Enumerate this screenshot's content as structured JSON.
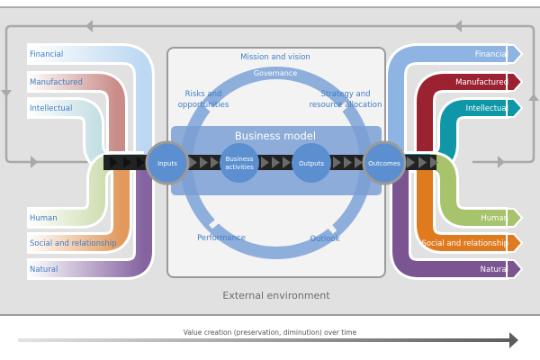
{
  "diagram": {
    "colors": {
      "background": "#e1e1e1",
      "inner_panel": "#f3f3f3",
      "node_blue": "#5b8fd0",
      "ring_blue": "#8eaedc",
      "business_model_band": "#7b9fd4",
      "loop_gray": "#a9a9a9",
      "chevron_dark": "#222222",
      "label_blue": "#3f7cc4",
      "financial": "#8db4e2",
      "manufactured": "#9b2230",
      "intellectual": "#0f97a7",
      "human": "#a7c36b",
      "social_relationship": "#e07a1f",
      "natural": "#7a5592"
    },
    "left_capitals": [
      {
        "label": "Financial"
      },
      {
        "label": "Manufactured"
      },
      {
        "label": "Intellectual"
      },
      {
        "label": "Human"
      },
      {
        "label": "Social and relationship"
      },
      {
        "label": "Natural"
      }
    ],
    "right_capitals": [
      {
        "label": "Financial"
      },
      {
        "label": "Manufactured"
      },
      {
        "label": "Intellectual"
      },
      {
        "label": "Human"
      },
      {
        "label": "Social and relationship"
      },
      {
        "label": "Natural"
      }
    ],
    "center": {
      "mission": "Mission and vision",
      "governance": "Governance",
      "risks_line1": "Risks and",
      "risks_line2": "opportunities",
      "strategy_line1": "Strategy and",
      "strategy_line2": "resource allocation",
      "business_model": "Business model",
      "performance": "Performance",
      "outlook": "Outlook"
    },
    "nodes": {
      "inputs": "Inputs",
      "business_activities_line1": "Business",
      "business_activities_line2": "activities",
      "outputs": "Outputs",
      "outcomes": "Outcomes"
    },
    "external_environment": "External environment",
    "timeline": "Value creation (preservation, diminution) over time"
  }
}
